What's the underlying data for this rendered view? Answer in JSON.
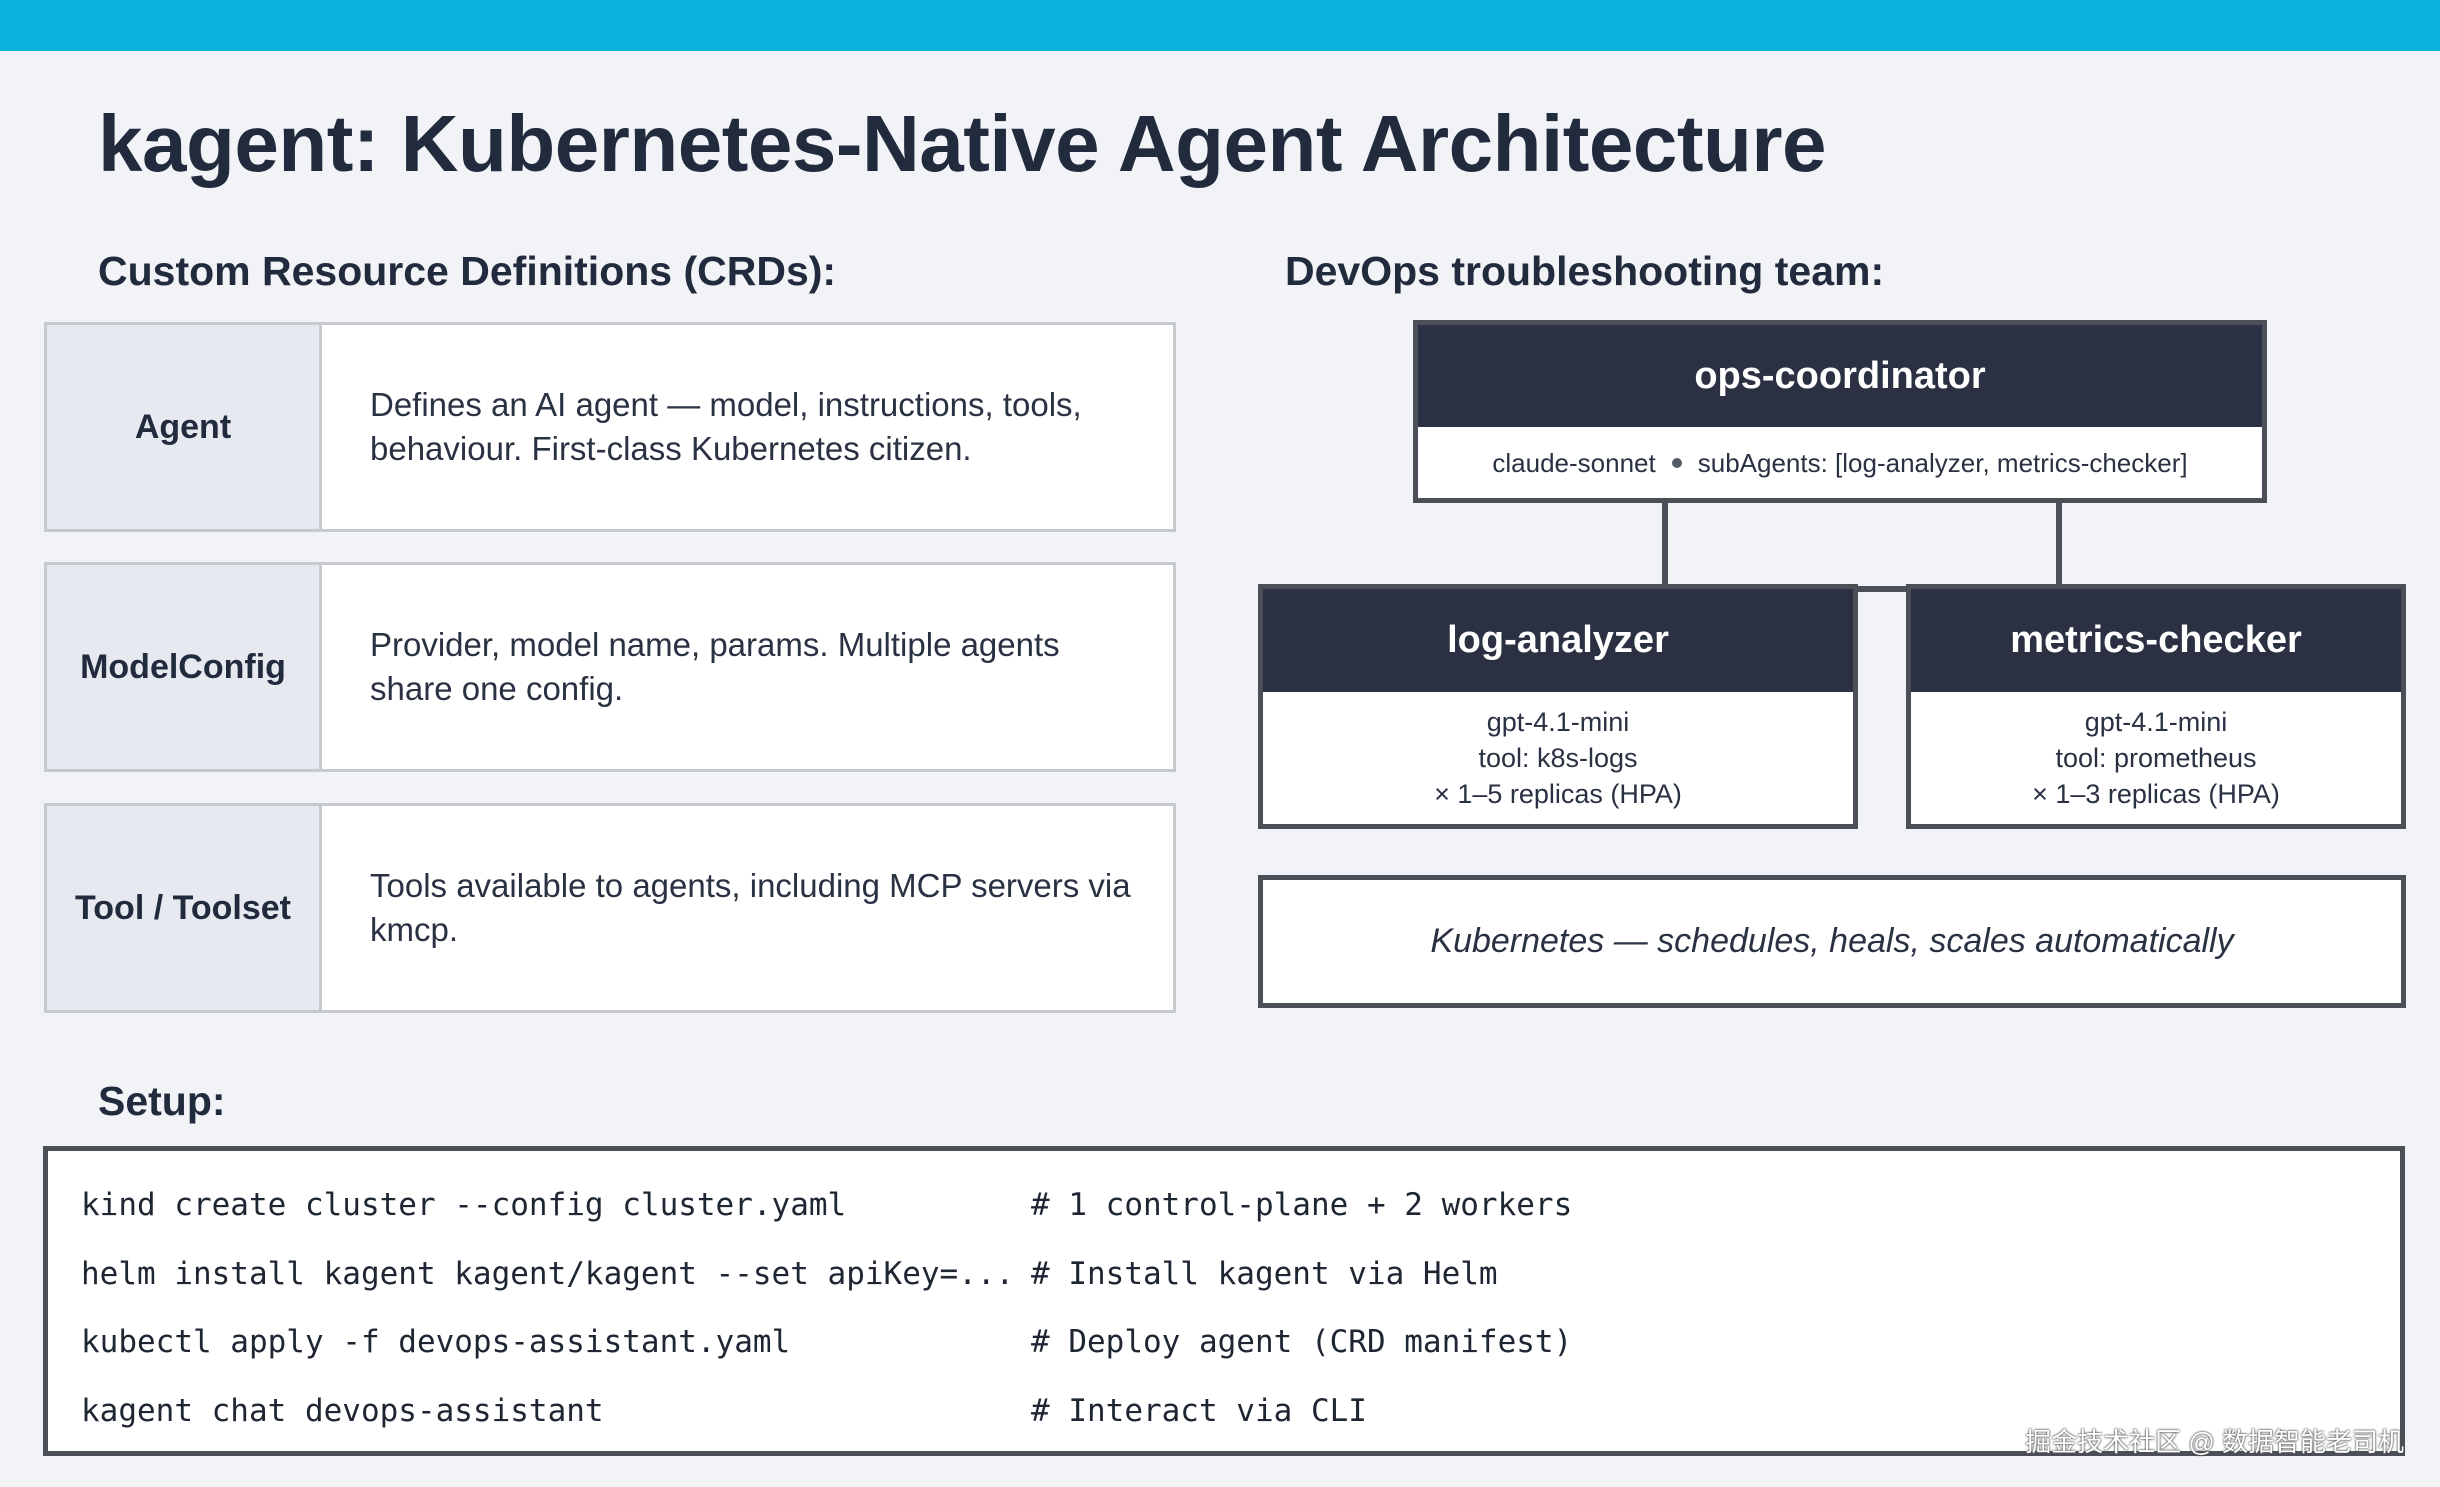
{
  "title": "kagent: Kubernetes-Native Agent Architecture",
  "crds": {
    "heading": "Custom Resource Definitions (CRDs):",
    "rows": [
      {
        "name": "Agent",
        "description": "Defines an AI agent — model, instructions, tools, behaviour. First-class Kubernetes citizen."
      },
      {
        "name": "ModelConfig",
        "description": "Provider, model name, params. Multiple agents share one config."
      },
      {
        "name": "Tool / Toolset",
        "description": "Tools available to agents, including MCP servers via kmcp."
      }
    ]
  },
  "team": {
    "heading": "DevOps troubleshooting team:",
    "coordinator": {
      "name": "ops-coordinator",
      "model": "claude-sonnet",
      "subagents": "subAgents: [log-analyzer, metrics-checker]"
    },
    "agents": [
      {
        "name": "log-analyzer",
        "lines": [
          "gpt-4.1-mini",
          "tool: k8s-logs",
          "× 1–5 replicas (HPA)"
        ]
      },
      {
        "name": "metrics-checker",
        "lines": [
          "gpt-4.1-mini",
          "tool: prometheus",
          "× 1–3 replicas (HPA)"
        ]
      }
    ],
    "platform": "Kubernetes — schedules, heals, scales automatically"
  },
  "setup": {
    "heading": "Setup:",
    "commands": [
      {
        "cmd": "kind create cluster --config cluster.yaml",
        "comment": "# 1 control-plane + 2 workers"
      },
      {
        "cmd": "helm install kagent kagent/kagent --set apiKey=...",
        "comment": "# Install kagent via Helm"
      },
      {
        "cmd": "kubectl apply -f devops-assistant.yaml",
        "comment": "# Deploy agent (CRD manifest)"
      },
      {
        "cmd": "kagent chat devops-assistant",
        "comment": "# Interact via CLI"
      }
    ]
  },
  "watermark": "掘金技术社区 @ 数据智能老司机"
}
